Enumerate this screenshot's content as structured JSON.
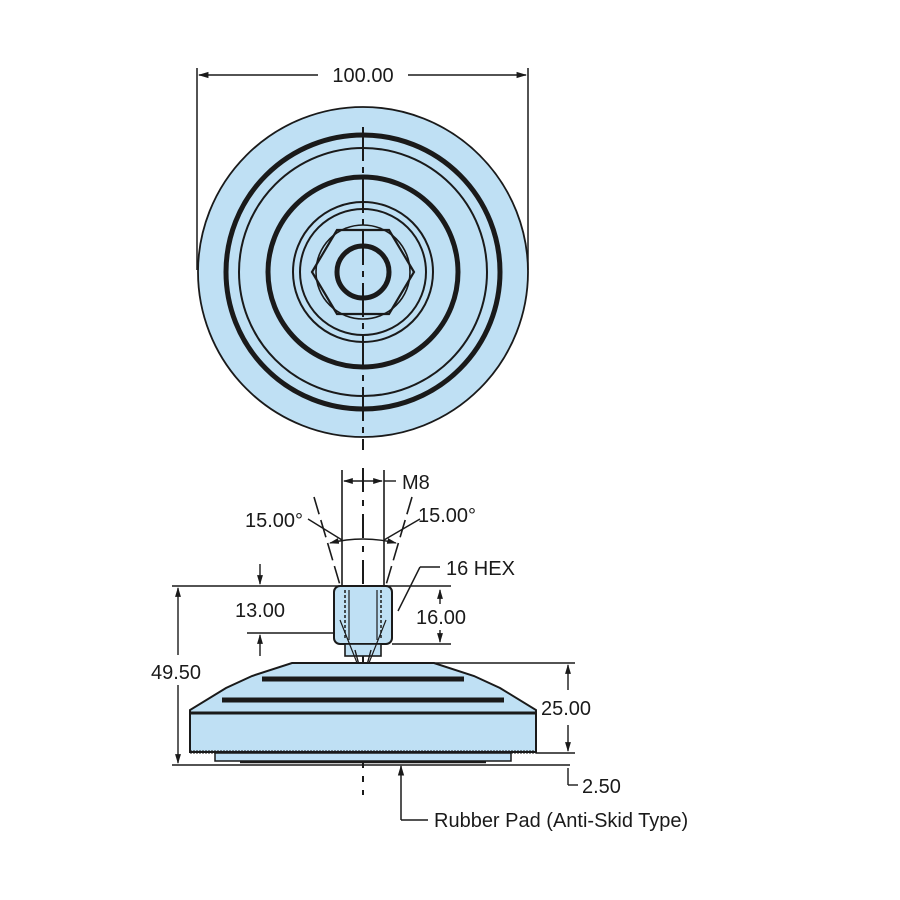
{
  "drawing": {
    "subject": "Leveling foot with swivel stud",
    "colors": {
      "fill": "#bfe0f4",
      "stroke": "#1a1a1a",
      "background": "#ffffff"
    },
    "top_view": {
      "diameter_label": "100.00"
    },
    "side_view": {
      "thread_label": "M8",
      "angle_left_label": "15.00°",
      "angle_right_label": "15.00°",
      "hex_label": "16 HEX",
      "thread_depth_label": "13.00",
      "hex_height_label": "16.00",
      "overall_height_label": "49.50",
      "base_height_label": "25.00",
      "pad_thickness_label": "2.50",
      "pad_callout_label": "Rubber Pad (Anti-Skid Type)"
    }
  }
}
